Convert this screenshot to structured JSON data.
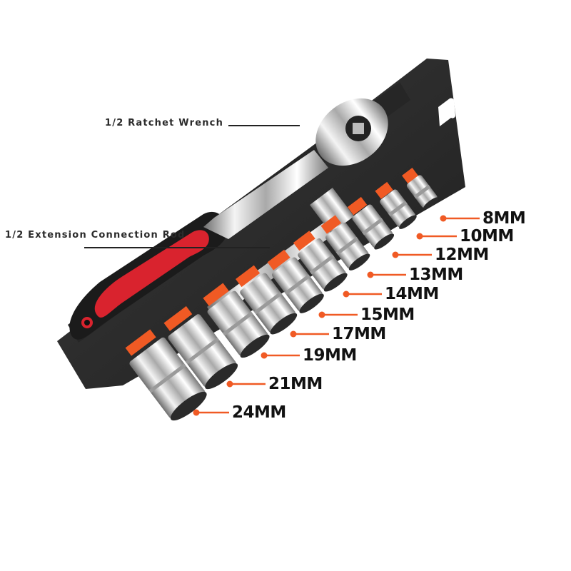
{
  "callouts": {
    "ratchet": "1/2 Ratchet Wrench",
    "extension": "1/2 Extension Connection Rod"
  },
  "sockets": [
    {
      "label": "8MM"
    },
    {
      "label": "10MM"
    },
    {
      "label": "12MM"
    },
    {
      "label": "13MM"
    },
    {
      "label": "14MM"
    },
    {
      "label": "15MM"
    },
    {
      "label": "17MM"
    },
    {
      "label": "19MM"
    },
    {
      "label": "21MM"
    },
    {
      "label": "24MM"
    }
  ],
  "colors": {
    "tray": "#2a2a2a",
    "accent_orange": "#f05a24",
    "handle_red": "#d9232e",
    "chrome": "#d8d8d8",
    "text": "#111111"
  }
}
